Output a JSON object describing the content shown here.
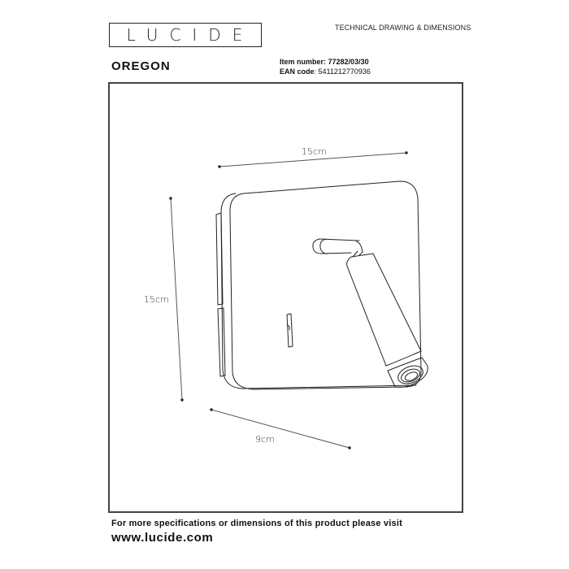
{
  "brand": {
    "logo_text": "LUCIDE"
  },
  "header": {
    "doc_title": "TECHNICAL DRAWING & DIMENSIONS",
    "product_name": "OREGON",
    "item_number_label": "Item number:",
    "item_number": "77282/03/30",
    "ean_label": "EAN code",
    "ean_code": ": 5411212770936"
  },
  "drawing": {
    "dimensions": {
      "width": "15cm",
      "height": "15cm",
      "depth": "9cm"
    }
  },
  "footer": {
    "note": "For more specifications or dimensions of this product please visit",
    "url": "www.lucide.com"
  }
}
